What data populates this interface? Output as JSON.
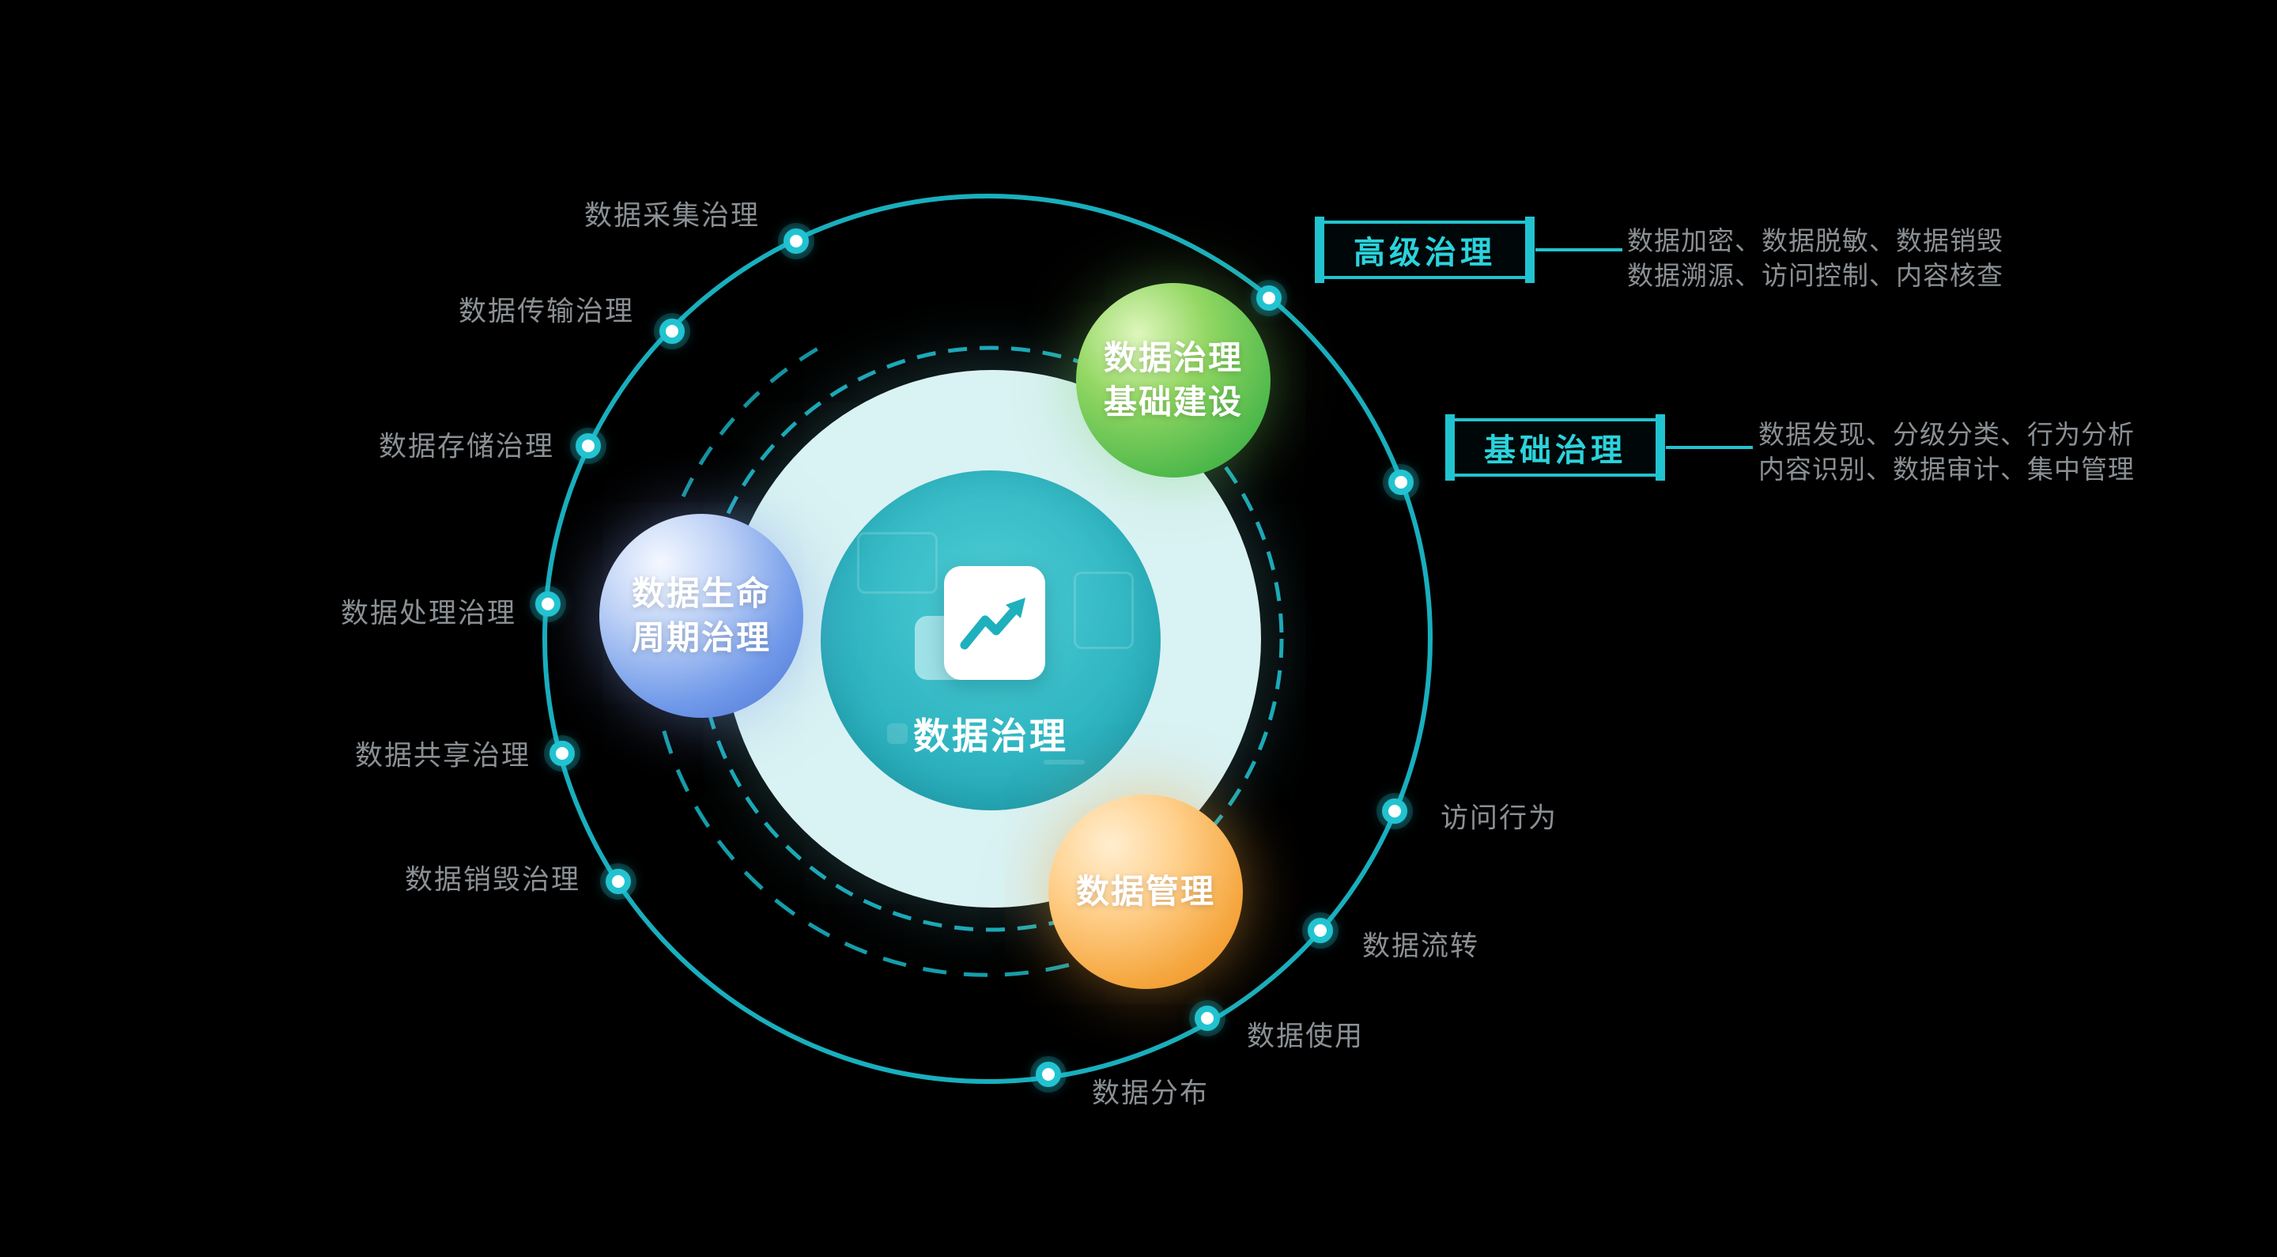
{
  "center": {
    "title": "数据治理"
  },
  "spheres": {
    "green": {
      "line1": "数据治理",
      "line2": "基础建设"
    },
    "blue": {
      "line1": "数据生命",
      "line2": "周期治理"
    },
    "orange": {
      "line1": "数据管理"
    }
  },
  "ring_labels": [
    {
      "text": "数据采集治理"
    },
    {
      "text": "数据传输治理"
    },
    {
      "text": "数据存储治理"
    },
    {
      "text": "数据处理治理"
    },
    {
      "text": "数据共享治理"
    },
    {
      "text": "数据销毁治理"
    },
    {
      "text": "数据分布"
    },
    {
      "text": "数据使用"
    },
    {
      "text": "数据流转"
    },
    {
      "text": "访问行为"
    }
  ],
  "callouts": [
    {
      "title": "高级治理",
      "desc_line1": "数据加密、数据脱敏、数据销毁",
      "desc_line2": "数据溯源、访问控制、内容核查"
    },
    {
      "title": "基础治理",
      "desc_line1": "数据发现、分级分类、行为分析",
      "desc_line2": "内容识别、数据审计、集中管理"
    }
  ],
  "colors": {
    "accent_teal": "#1fbcca",
    "accent_teal_bright": "#2bd3dc",
    "label_gray": "#8b9094",
    "sphere_green": "#55b94c",
    "sphere_blue": "#5b86dd",
    "sphere_orange": "#f2a33c",
    "disc_light": "#d9f2f3",
    "disc_teal": "#30b6c2"
  }
}
